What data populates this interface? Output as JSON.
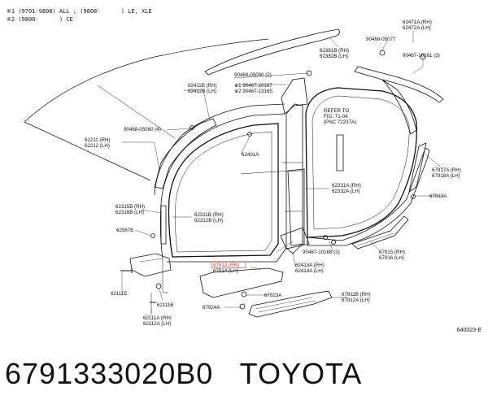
{
  "notes": [
    {
      "mark": "※1",
      "text": "(9701-9808) ALL ; (9808-      ) LE, XLE"
    },
    {
      "mark": "※2",
      "text": "(9808-      ) CE"
    }
  ],
  "refer": {
    "line1": "REFER  TO",
    "line2": "FIG. 71-04",
    "line3": "(PNC 72237A)"
  },
  "parts": [
    {
      "id": "p62471",
      "lines": [
        "62471A (RH)",
        "62472A (LH)"
      ]
    },
    {
      "id": "p90468a",
      "lines": [
        "90468-05077"
      ]
    },
    {
      "id": "p90467a",
      "lines": [
        "90467-10161 (3)"
      ]
    },
    {
      "id": "p62381",
      "lines": [
        "62381B (RH)",
        "62382B (LH)"
      ]
    },
    {
      "id": "p90468b",
      "lines": [
        "90468-05090 (2)"
      ]
    },
    {
      "id": "p62411",
      "lines": [
        "62411B (RH)",
        "62412B (LH)"
      ]
    },
    {
      "id": "p90467b",
      "lines": [
        "※1 90467-10167",
        "※2 90467-13165"
      ]
    },
    {
      "id": "p90468c",
      "lines": [
        "90468-05060 (4)"
      ]
    },
    {
      "id": "p62211",
      "lines": [
        "62211 (RH)",
        "62212 (LH)"
      ]
    },
    {
      "id": "p62401",
      "lines": [
        "62401A"
      ]
    },
    {
      "id": "p67917",
      "lines": [
        "67917A (RH)",
        "67918A (LH)"
      ]
    },
    {
      "id": "p62331",
      "lines": [
        "62331A (RH)",
        "62332A (LH)"
      ]
    },
    {
      "id": "p67913a",
      "lines": [
        "67913A"
      ]
    },
    {
      "id": "p62315",
      "lines": [
        "62315B (RH)",
        "62316B (LH)"
      ]
    },
    {
      "id": "p62311",
      "lines": [
        "62311B (RH)",
        "62312B (LH)"
      ]
    },
    {
      "id": "p62567",
      "lines": [
        "62567E"
      ]
    },
    {
      "id": "p90467c",
      "lines": [
        "90467-10168 (3)"
      ]
    },
    {
      "id": "p67915",
      "lines": [
        "67915 (RH)",
        "67916 (LH)"
      ]
    },
    {
      "id": "p67913",
      "lines": [
        "67913 (RH)",
        "67914 (LH)"
      ],
      "highlight": true
    },
    {
      "id": "p62413",
      "lines": [
        "62413A (RH)",
        "62414A (LH)"
      ]
    },
    {
      "id": "p62111e",
      "lines": [
        "62111E"
      ]
    },
    {
      "id": "p62111b",
      "lines": [
        "62111B"
      ]
    },
    {
      "id": "p67923",
      "lines": [
        "67923A"
      ]
    },
    {
      "id": "p67911",
      "lines": [
        "67911B (RH)",
        "67912A (LH)"
      ]
    },
    {
      "id": "p67924",
      "lines": [
        "67924A"
      ]
    },
    {
      "id": "p62111",
      "lines": [
        "62111A (RH)",
        "62112A (LH)"
      ]
    }
  ],
  "diagram_code": "640023-E",
  "bottom_title": "6791333020B0   TOYOTA",
  "colors": {
    "highlight": "#c0392b",
    "line": "#111111"
  }
}
